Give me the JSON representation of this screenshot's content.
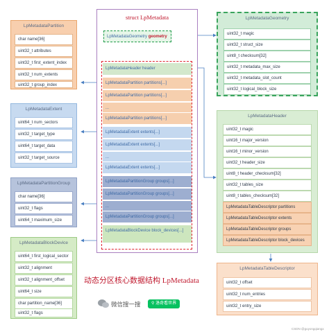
{
  "partition": {
    "title": "LpMetadataPartition",
    "fields": [
      "char name[36]",
      "uint32_t attributes",
      "uint32_t first_extent_index",
      "uint32_t num_extents",
      "uint32_t group_index"
    ]
  },
  "extent": {
    "title": "LpMetadataExtent",
    "fields": [
      "uint64_t num_sectors",
      "uint32_t target_type",
      "uint64_t target_data",
      "uint32_t target_source"
    ]
  },
  "group": {
    "title": "LpMetadataPartitionGroup",
    "fields": [
      "char name[36]",
      "uint32_t flags",
      "uint64_t maximum_size"
    ]
  },
  "block_device": {
    "title": "LpMetadataBlockDevice",
    "fields": [
      "uint64_t first_logical_sector",
      "uint32_t alignment",
      "uint32_t alignment_offset",
      "uint64_t size",
      "char partition_name[36]",
      "uint32_t flags"
    ]
  },
  "lpmetadata": {
    "title": "struct LpMetadata",
    "geometry_prefix": "LpMetadataGeometry",
    "geometry_name": "geometry",
    "header_row": "LpMetadataHeader header",
    "partition_rows": [
      "LpMetadataPartition partitions[...]",
      "LpMetadataPartition partitions[...]",
      "...",
      "LpMetadataPartition partitions[...]"
    ],
    "extent_rows": [
      "LpMetadataExtent extents[...]",
      "LpMetadataExtent extents[...]",
      "...",
      "LpMetadataExtent extents[...]"
    ],
    "group_rows": [
      "LpMetadataPartitionGroup groups[...]",
      "LpMetadataPartitionGroup groups[...]",
      "...",
      "LpMetadataPartitionGroup groups[...]"
    ],
    "block_row": "LpMetadataBlockDevice block_devices[...]"
  },
  "geometry": {
    "title": "LpMetadataGeometry",
    "fields": [
      "uint32_t magic",
      "uint32_t struct_size",
      "uint8_t checksum[32]",
      "uint32_t metadata_max_size",
      "uint32_t metadata_slot_count",
      "uint32_t logical_block_size"
    ]
  },
  "header": {
    "title": "LpMetadataHeader",
    "fields": [
      "uint32_t magic",
      "uint16_t major_version",
      "uint16_t minor_version",
      "uint32_t header_size",
      "uint8_t header_checksum[32]",
      "uint32_t tables_size",
      "uint8_t tables_checksum[32]"
    ],
    "descriptor_fields": [
      "LpMetadataTableDescriptor partitions",
      "LpMetadataTableDescriptor extents",
      "LpMetadataTableDescriptor groups",
      "LpMetadataTableDescriptor block_devices"
    ]
  },
  "table_descriptor": {
    "title": "LpMetadataTableDescriptor",
    "fields": [
      "uint32_t offset",
      "uint32_t num_entries",
      "uint32_t entry_size"
    ]
  },
  "caption": "动态分区核心数据结构 LpMetadata",
  "watermark": {
    "search_text": "微信搜一搜",
    "account": "洛奇看世界",
    "credit": "CSDN @guyongqiangx"
  },
  "colors": {
    "partition": "#f8cfae",
    "extent": "#c7daf0",
    "group": "#b6c3dc",
    "block_device": "#d5ebc6",
    "geometry": "#d2ecd8",
    "header": "#d9edd4",
    "table_descriptor": "#fbe0cb",
    "lpmetadata_border": "#a97fc0",
    "highlight": "#c0192e",
    "arrow": "#4a7fc1",
    "wechat": "#07c160"
  }
}
